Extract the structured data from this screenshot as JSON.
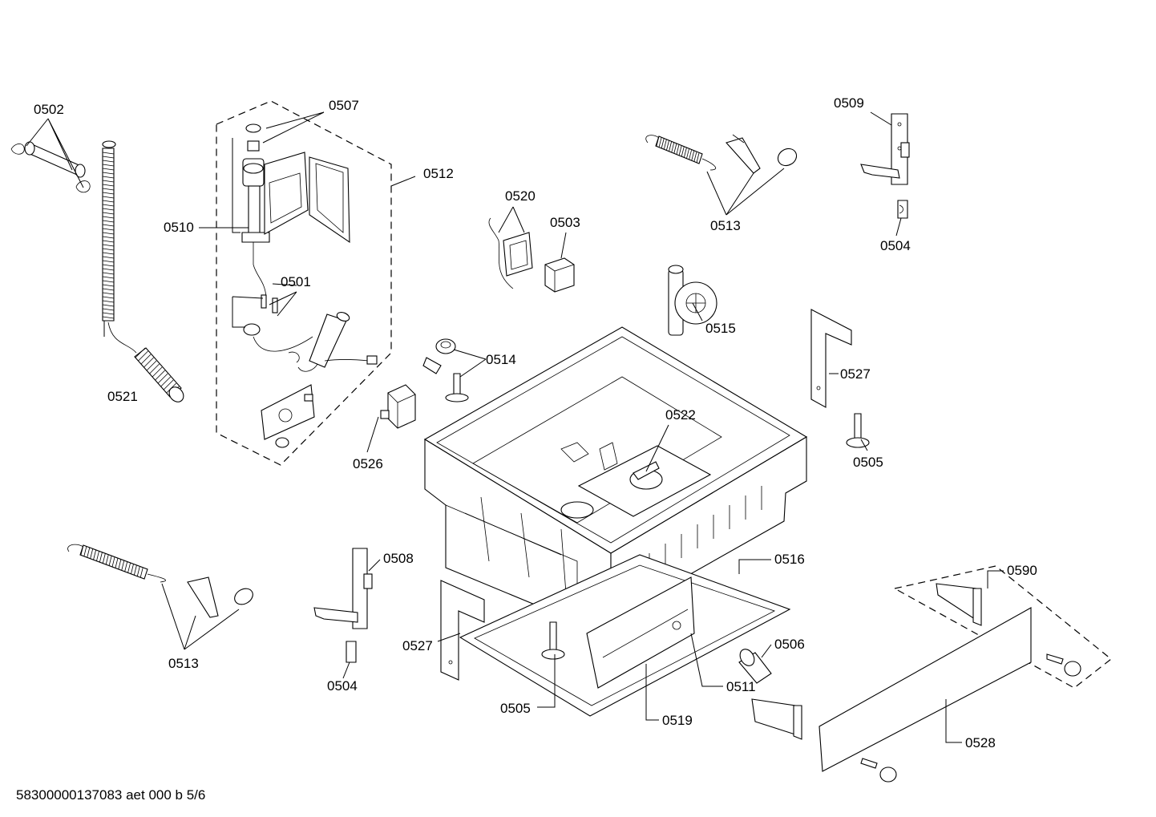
{
  "footer": {
    "drawing_id": "58300000137083 aet 000 b 5/6"
  },
  "callouts": [
    {
      "id": "c0502",
      "text": "0502"
    },
    {
      "id": "c0507",
      "text": "0507"
    },
    {
      "id": "c0512",
      "text": "0512"
    },
    {
      "id": "c0510",
      "text": "0510"
    },
    {
      "id": "c0501",
      "text": "0501"
    },
    {
      "id": "c0521",
      "text": "0521"
    },
    {
      "id": "c0526",
      "text": "0526"
    },
    {
      "id": "c0520",
      "text": "0520"
    },
    {
      "id": "c0503",
      "text": "0503"
    },
    {
      "id": "c0513a",
      "text": "0513"
    },
    {
      "id": "c0509",
      "text": "0509"
    },
    {
      "id": "c0504a",
      "text": "0504"
    },
    {
      "id": "c0515",
      "text": "0515"
    },
    {
      "id": "c0514",
      "text": "0514"
    },
    {
      "id": "c0527a",
      "text": "0527"
    },
    {
      "id": "c0522",
      "text": "0522"
    },
    {
      "id": "c0505a",
      "text": "0505"
    },
    {
      "id": "c0513b",
      "text": "0513"
    },
    {
      "id": "c0508",
      "text": "0508"
    },
    {
      "id": "c0504b",
      "text": "0504"
    },
    {
      "id": "c0527b",
      "text": "0527"
    },
    {
      "id": "c0505b",
      "text": "0505"
    },
    {
      "id": "c0516",
      "text": "0516"
    },
    {
      "id": "c0506",
      "text": "0506"
    },
    {
      "id": "c0511",
      "text": "0511"
    },
    {
      "id": "c0519",
      "text": "0519"
    },
    {
      "id": "c0590",
      "text": "0590"
    },
    {
      "id": "c0528",
      "text": "0528"
    }
  ]
}
